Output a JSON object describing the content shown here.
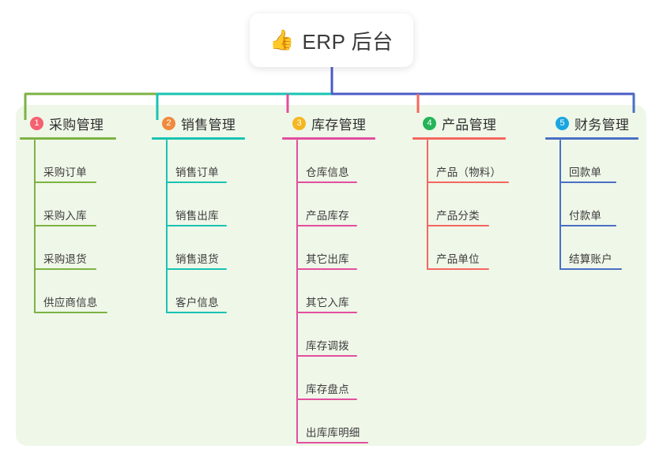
{
  "diagram": {
    "type": "mindmap",
    "root": {
      "icon": "thumbs-up-icon",
      "icon_glyph": "👍",
      "title": "ERP 后台"
    },
    "palette": {
      "page_background": "#ffffff",
      "panel_background": "#eff7e9",
      "root_card_background": "#ffffff",
      "trunk": "#4a5bc4",
      "text": "#333333"
    },
    "branches": [
      {
        "number": "1",
        "title": "采购管理",
        "badge_color": "#f4616f",
        "line_color": "#7cb342",
        "rule_width": 122,
        "items": [
          {
            "label": "采购订单",
            "rule_width": 79
          },
          {
            "label": "采购入库",
            "rule_width": 79
          },
          {
            "label": "采购退货",
            "rule_width": 79
          },
          {
            "label": "供应商信息",
            "rule_width": 93
          }
        ]
      },
      {
        "number": "2",
        "title": "销售管理",
        "badge_color": "#f08a3c",
        "line_color": "#19c3b2",
        "rule_width": 118,
        "items": [
          {
            "label": "销售订单",
            "rule_width": 77
          },
          {
            "label": "销售出库",
            "rule_width": 77
          },
          {
            "label": "销售退货",
            "rule_width": 77
          },
          {
            "label": "客户信息",
            "rule_width": 77
          }
        ]
      },
      {
        "number": "3",
        "title": "库存管理",
        "badge_color": "#f5b721",
        "line_color": "#e24f9e",
        "rule_width": 118,
        "items": [
          {
            "label": "仓库信息",
            "rule_width": 77
          },
          {
            "label": "产品库存",
            "rule_width": 77
          },
          {
            "label": "其它出库",
            "rule_width": 77
          },
          {
            "label": "其它入库",
            "rule_width": 77
          },
          {
            "label": "库存调拨",
            "rule_width": 77
          },
          {
            "label": "库存盘点",
            "rule_width": 77
          },
          {
            "label": "出库库明细",
            "rule_width": 91
          }
        ]
      },
      {
        "number": "4",
        "title": "产品管理",
        "badge_color": "#23b457",
        "line_color": "#f4675f",
        "rule_width": 118,
        "items": [
          {
            "label": "产品（物料）",
            "rule_width": 104
          },
          {
            "label": "产品分类",
            "rule_width": 79
          },
          {
            "label": "产品单位",
            "rule_width": 79
          }
        ]
      },
      {
        "number": "5",
        "title": "财务管理",
        "badge_color": "#1aa6e0",
        "line_color": "#4a6fc4",
        "rule_width": 118,
        "items": [
          {
            "label": "回款单",
            "rule_width": 72
          },
          {
            "label": "付款单",
            "rule_width": 72
          },
          {
            "label": "结算账户",
            "rule_width": 79
          }
        ]
      }
    ]
  }
}
